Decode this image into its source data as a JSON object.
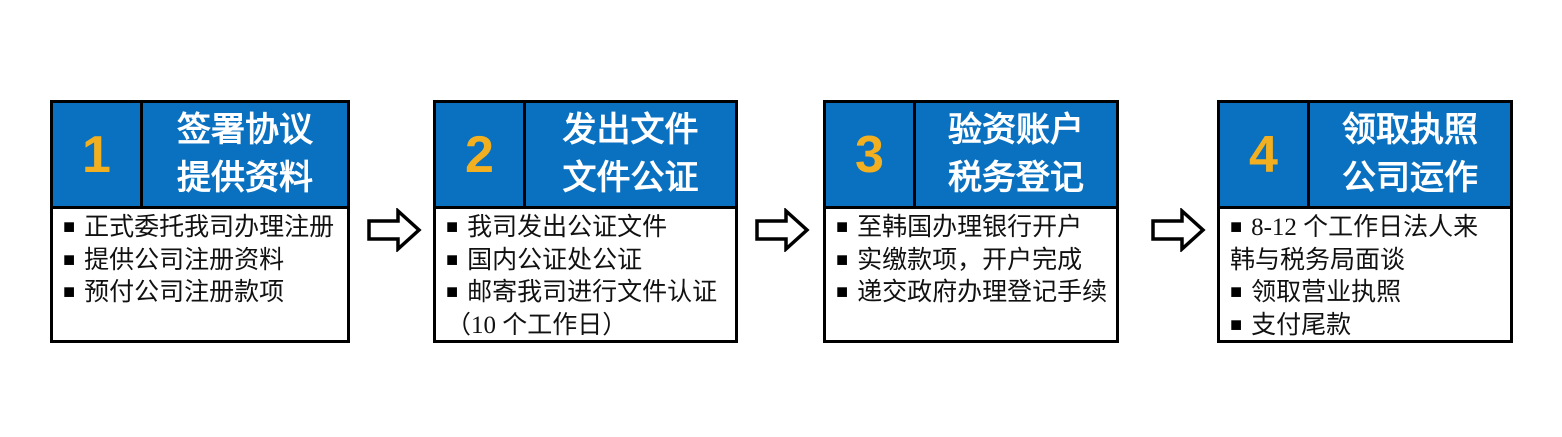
{
  "diagram": {
    "description_colors": {
      "header_blue": "#0a70c0",
      "number_gold": "#f2b020",
      "border": "#000000",
      "title_text": "#ffffff",
      "body_text": "#111111",
      "background": "#ffffff"
    },
    "bullet_glyph": "■",
    "steps": [
      {
        "number": "1",
        "title_lines": [
          "签署协议",
          "提供资料"
        ],
        "bullets": [
          "正式委托我司办理注册",
          "提供公司注册资料",
          "预付公司注册款项"
        ]
      },
      {
        "number": "2",
        "title_lines": [
          "发出文件",
          "文件公证"
        ],
        "bullets": [
          "我司发出公证文件",
          "国内公证处公证",
          "邮寄我司进行文件认证（10 个工作日）"
        ]
      },
      {
        "number": "3",
        "title_lines": [
          "验资账户",
          "税务登记"
        ],
        "bullets": [
          "至韩国办理银行开户",
          "实缴款项，开户完成",
          "递交政府办理登记手续"
        ]
      },
      {
        "number": "4",
        "title_lines": [
          "领取执照",
          "公司运作"
        ],
        "bullets": [
          "8-12 个工作日法人来韩与税务局面谈",
          "领取营业执照",
          "支付尾款"
        ]
      }
    ]
  }
}
